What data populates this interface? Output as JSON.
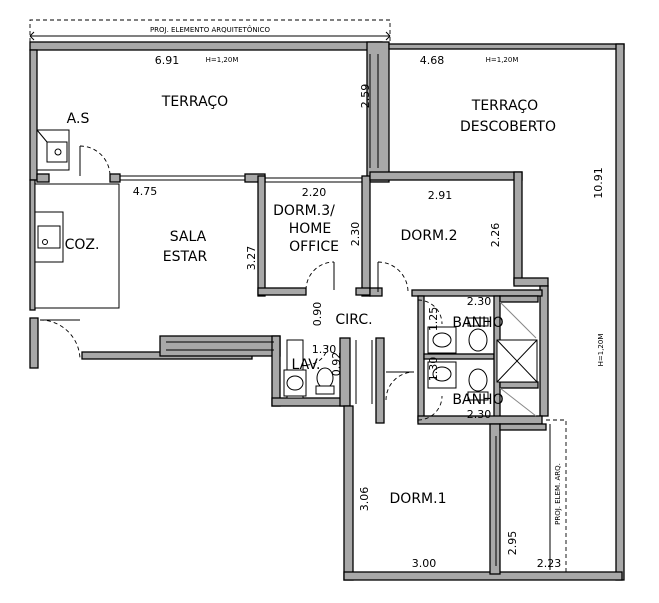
{
  "rooms": {
    "terraco": "TERRAÇO",
    "terraco_descoberto_1": "TERRAÇO",
    "terraco_descoberto_2": "DESCOBERTO",
    "as": "A.S",
    "coz": "COZ.",
    "sala_1": "SALA",
    "sala_2": "ESTAR",
    "dorm3_1": "DORM.3/",
    "dorm3_2": "HOME",
    "dorm3_3": "OFFICE",
    "dorm2": "DORM.2",
    "circ": "CIRC.",
    "banho_1": "BANHO",
    "banho_2": "BANHO",
    "lav": "LAV.",
    "dorm1": "DORM.1"
  },
  "notes": {
    "proj_top": "PROJ. ELEMENTO ARQUITETÔNICO",
    "h_terraco": "H=1,20M",
    "h_descoberto": "H=1,20M",
    "h_side": "H=1,20M",
    "proj_right": "PROJ. ELEM. ARQ."
  },
  "dimensions": {
    "terraco_width": "6.91",
    "terraco_depth": "2.59",
    "descoberto_width": "4.68",
    "descoberto_depth": "10.91",
    "sala_width": "4.75",
    "dorm3_width": "2.20",
    "dorm3_depth": "2.30",
    "sala_depth": "3.27",
    "dorm2_width": "2.91",
    "dorm2_depth": "2.26",
    "circ_width": "0.90",
    "banho1_width": "2.30",
    "banho1_depth": "1.25",
    "banho2_depth": "1.30",
    "banho2_width": "2.30",
    "lav_width": "1.30",
    "lav_depth": "0.92",
    "dorm1_depth": "3.06",
    "dorm1_width": "3.00",
    "dorm1_closet": "2.95",
    "corner_width": "2.23"
  }
}
